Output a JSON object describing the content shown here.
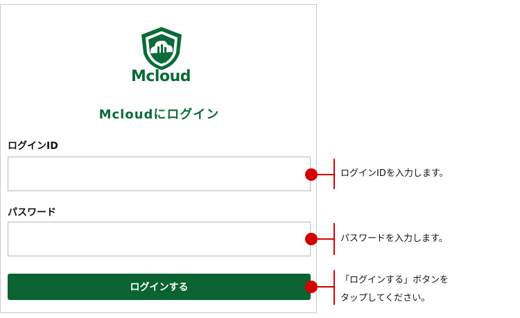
{
  "brand": {
    "name": "Mcloud",
    "color": "#0a6b38"
  },
  "title": "Mcloudにログイン",
  "fields": {
    "login_id": {
      "label": "ログインID",
      "value": "",
      "placeholder": ""
    },
    "password": {
      "label": "パスワード",
      "value": "",
      "placeholder": ""
    }
  },
  "button": {
    "label": "ログインする",
    "color": "#0a6330"
  },
  "callouts": {
    "login_id": "ログインIDを入力します。",
    "password": "パスワードを入力します。",
    "button_line1": "「ログインする」ボタンを",
    "button_line2": "タップしてください。",
    "marker_color": "#d40000"
  }
}
